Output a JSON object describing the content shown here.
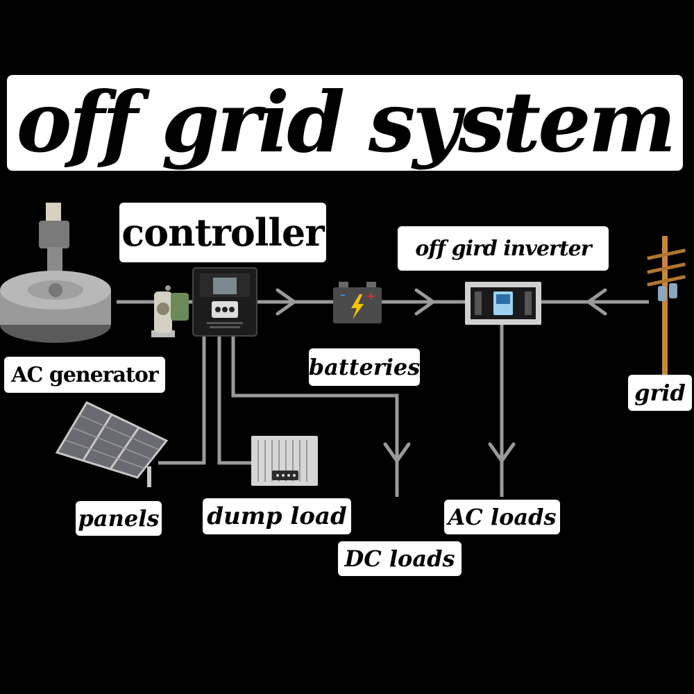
{
  "title": "off grid system",
  "labels": {
    "controller": "controller",
    "inverter": "off gird inverter",
    "generator": "AC generator",
    "batteries": "batteries",
    "grid": "grid",
    "panels": "panels",
    "dump_load": "dump load",
    "ac_loads": "AC loads",
    "dc_loads": "DC loads"
  },
  "icons": {
    "generator": "ac-generator-icon",
    "rectifier": "rectifier-icon",
    "controller": "charge-controller-icon",
    "battery": "battery-icon",
    "inverter": "inverter-icon",
    "grid": "utility-pole-icon",
    "panels": "solar-panel-icon",
    "dump_load": "dump-load-resistor-icon"
  },
  "colors": {
    "background": "#000000",
    "label_bg": "#ffffff",
    "label_text": "#000000",
    "wire": "#9a9a9a",
    "battery_bolt": "#f5c400",
    "battery_plus": "#e03030",
    "battery_minus": "#3a8ee0",
    "pole_wood": "#c8863a"
  }
}
